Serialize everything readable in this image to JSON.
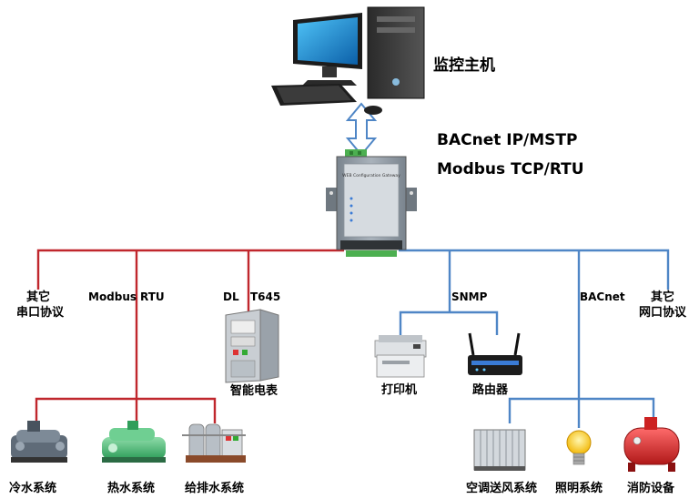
{
  "monitor_host": {
    "label": "监控主机"
  },
  "gateway": {
    "protocol_line1": "BACnet IP/MSTP",
    "protocol_line2": "Modbus TCP/RTU",
    "panel_text": "WEB Configuration Gateway"
  },
  "left_branch": {
    "other_serial_line1": "其它",
    "other_serial_line2": "串口协议",
    "modbus_label": "Modbus",
    "rtu_label": "RTU",
    "dl_label": "DL",
    "t645_label": "T645",
    "smart_meter": "智能电表",
    "cold_water": "冷水系统",
    "hot_water": "热水系统",
    "water_supply": "给排水系统"
  },
  "right_branch": {
    "snmp_label": "SNMP",
    "bacnet_label": "BACnet",
    "other_net_line1": "其它",
    "other_net_line2": "网口协议",
    "printer": "打印机",
    "router": "路由器",
    "hvac": "空调送风系统",
    "lighting": "照明系统",
    "fire": "消防设备"
  },
  "colors": {
    "serial_line": "#c0272d",
    "network_line": "#4f86c6",
    "gateway_body": "#8f99a3"
  }
}
